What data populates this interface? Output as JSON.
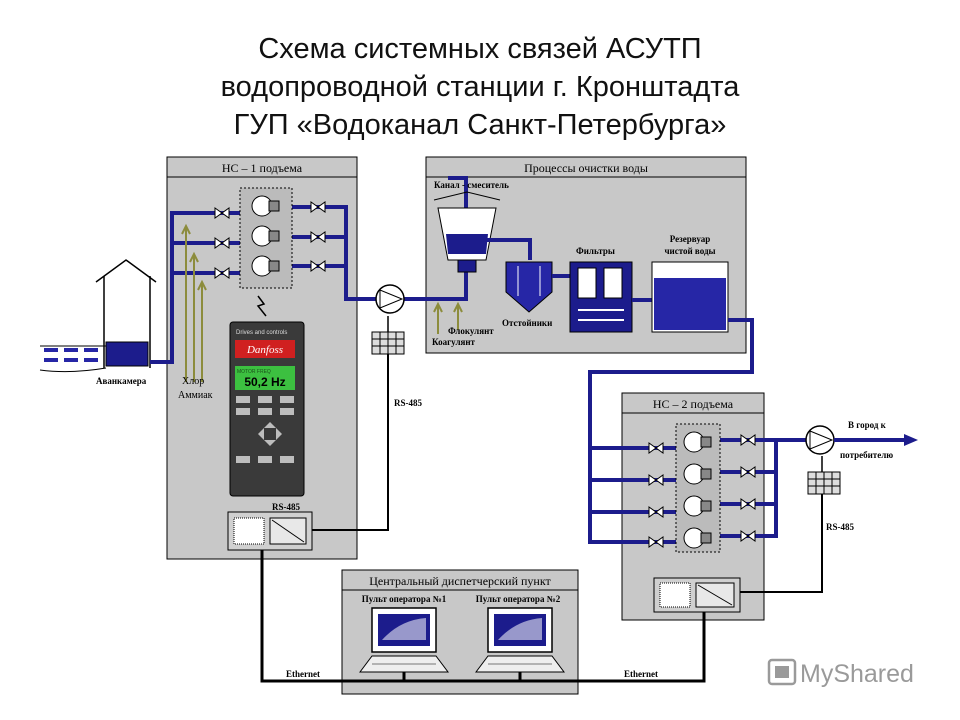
{
  "title": {
    "line1": "Схема системных связей АСУТП",
    "line2": "водопроводной станции г. Кронштадта",
    "line3": "ГУП «Водоканал Санкт-Петербурга»"
  },
  "panels": {
    "ns1": "НС – 1 подъема",
    "treatment": "Процессы очистки воды",
    "ns2": "НС – 2 подъема",
    "dispatch": "Центральный диспетчерский пункт"
  },
  "labels": {
    "mixer": "Канал - смеситель",
    "filters": "Фильтры",
    "reservoir_1": "Резервуар",
    "reservoir_2": "чистой воды",
    "settlers": "Отстойники",
    "flocculant": "Флокулянт",
    "coagulant": "Коагулянт",
    "avankamera": "Аванкамера",
    "chlorine": "Хлор",
    "ammonia": "Аммиак",
    "rs485_a": "RS-485",
    "rs485_b": "RS-485",
    "rs485_c": "RS-485",
    "to_city_1": "В город к",
    "to_city_2": "потребителю",
    "operator1": "Пульт оператора №1",
    "operator2": "Пульт оператора №2",
    "ethernet_left": "Ethernet",
    "ethernet_right": "Ethernet"
  },
  "drive": {
    "header": "Drives and controls",
    "brand": "Danfoss",
    "small": "MOTOR FREQ",
    "freq": "50,2 Hz"
  },
  "watermark": "MyShared",
  "colors": {
    "pipe": "#1c1c8c",
    "water": "#2626a6",
    "panel": "#c8c8c8",
    "chem": "#8c8c3c",
    "drive_body": "#3a3a3a",
    "drive_red": "#d02020",
    "drive_green": "#3cc040"
  }
}
